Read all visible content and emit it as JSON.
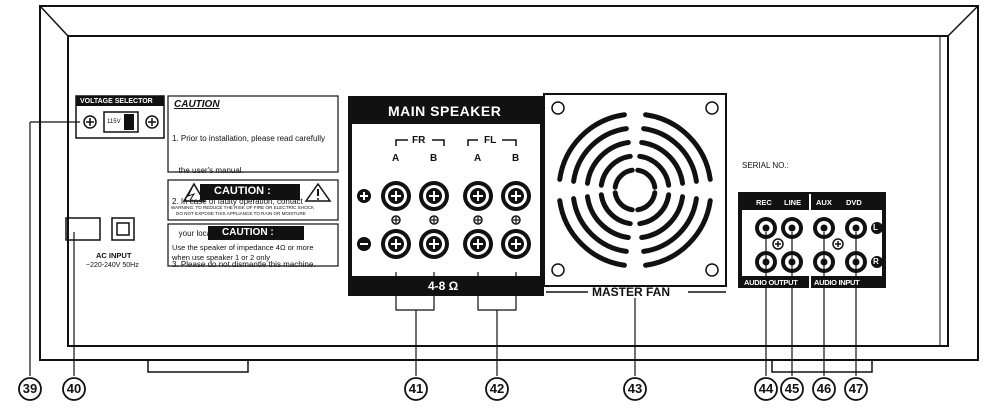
{
  "voltage_selector": {
    "title": "VOLTAGE SELECTOR",
    "switch_label": "115V"
  },
  "caution_notice": {
    "title": "CAUTION",
    "lines": [
      "1. Prior to installation, please read carefully",
      "   the user's manual.",
      "2. In case of faulty operation, contact",
      "   your local dealer or repairman.",
      "3. Please do not dismantle this machine."
    ]
  },
  "shock_warning": {
    "title": "CAUTION :",
    "line1": "WARNING: TO REDUCE THE RISK OF FIRE OR ELECTRIC SHOCK",
    "line2": "DO NOT EXPOSE THIS APPLIANCE TO RAIN OR MOISTURE"
  },
  "impedance_caution": {
    "title": "CAUTION :",
    "line1": "Use the speaker of impedance 4Ω or more",
    "line2": "when use speaker 1 or 2 only"
  },
  "ac_input": {
    "label": "AC INPUT",
    "spec": "~220-240V 50Hz"
  },
  "main_speaker": {
    "title": "MAIN SPEAKER",
    "fr": "FR",
    "fl": "FL",
    "a": "A",
    "b": "B",
    "impedance": "4-8 Ω"
  },
  "fan": {
    "label": "MASTER FAN"
  },
  "serial": {
    "label": "SERIAL NO.:"
  },
  "audio_panel": {
    "rec": "REC",
    "line": "LINE",
    "aux": "AUX",
    "dvd": "DVD",
    "left": "L",
    "right": "R",
    "output_label": "AUDIO OUTPUT",
    "input_label": "AUDIO INPUT"
  },
  "callouts": [
    "39",
    "40",
    "41",
    "42",
    "43",
    "44",
    "45",
    "46",
    "47"
  ]
}
